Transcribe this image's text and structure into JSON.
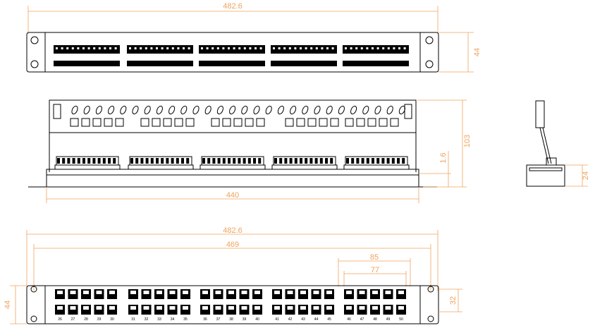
{
  "colors": {
    "line": "#000000",
    "dimension": "#f0a35c",
    "background": "#ffffff"
  },
  "front_view": {
    "width_label": "482.6",
    "height_label": "44",
    "port_groups": 5
  },
  "top_view": {
    "depth_label": "103",
    "thickness_label": "1.6",
    "body_width_label": "440",
    "side_height_label": "24"
  },
  "back_view": {
    "overall_label": "482.6",
    "hole_pitch_label": "469",
    "group_outer_label": "85",
    "group_inner_label": "77",
    "height_label": "44",
    "port_height_label": "32",
    "port_numbers_row": [
      "26",
      "27",
      "28",
      "29",
      "30",
      "31",
      "32",
      "33",
      "34",
      "35",
      "36",
      "37",
      "38",
      "39",
      "40",
      "41",
      "42",
      "43",
      "44",
      "45",
      "46",
      "47",
      "48",
      "49",
      "50"
    ]
  }
}
